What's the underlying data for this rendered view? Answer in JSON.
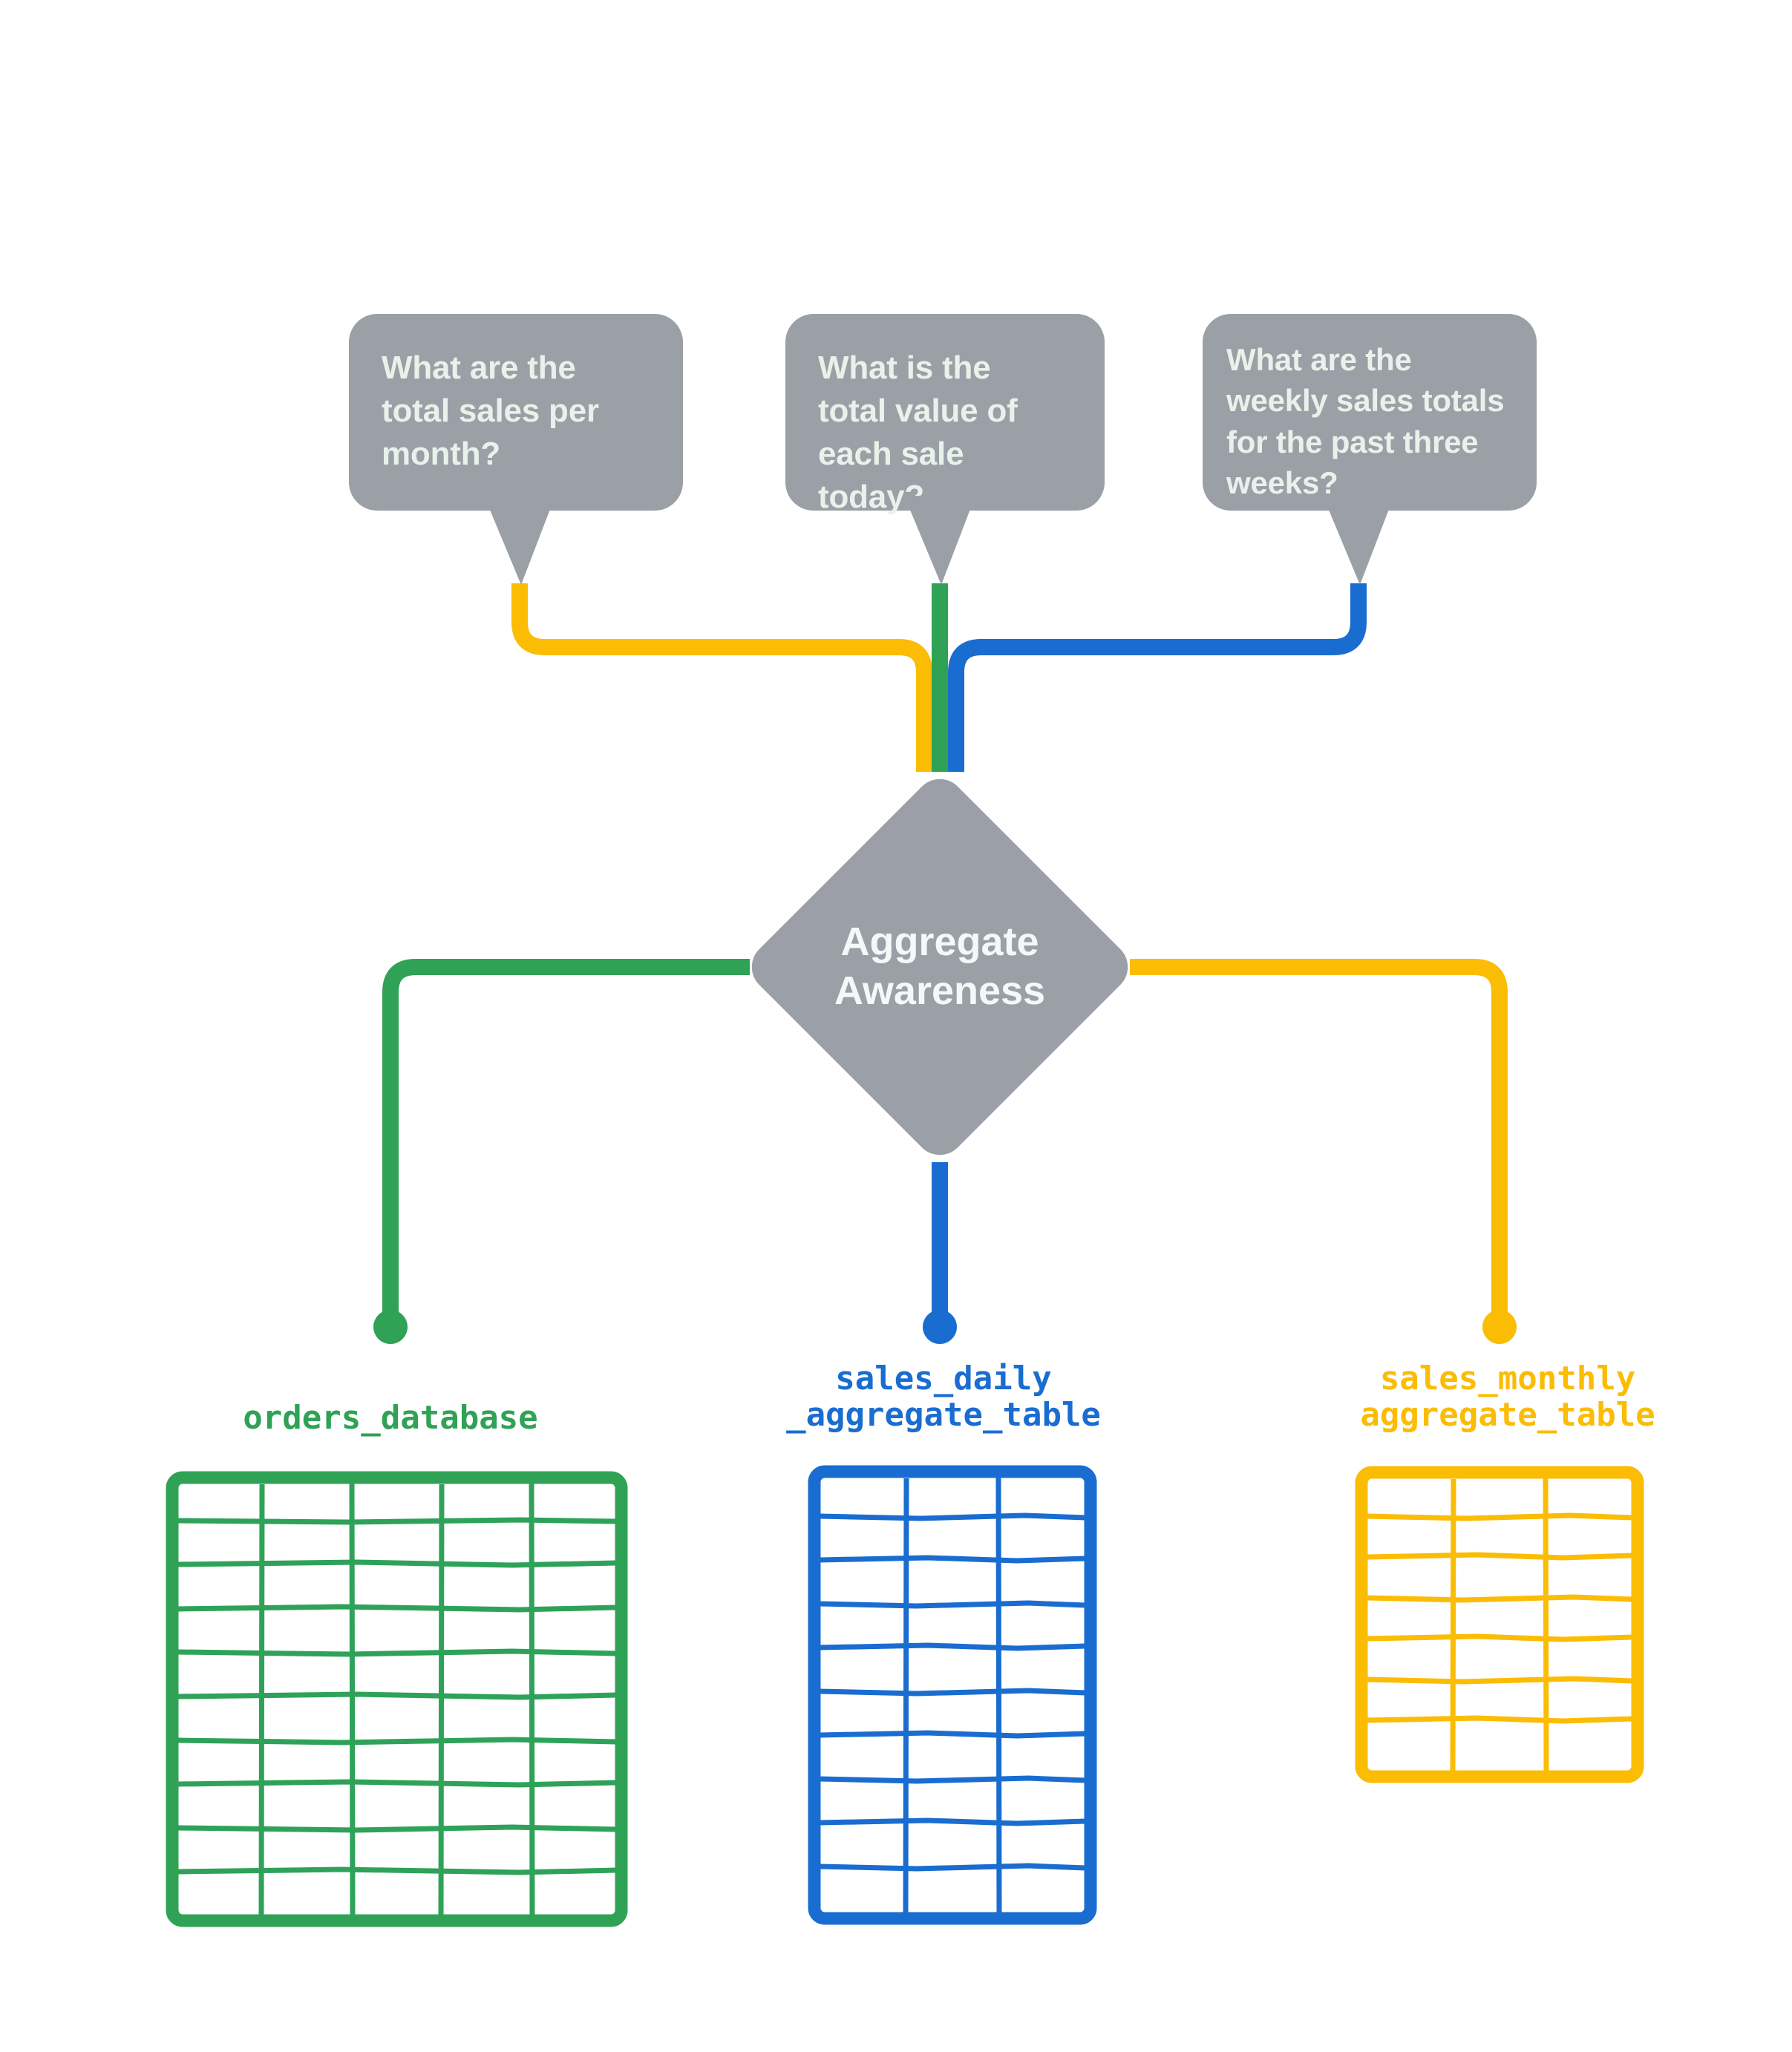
{
  "diagram": {
    "title": "Aggregate Awareness",
    "center_node": {
      "label": "Aggregate\nAwareness",
      "shape": "diamond",
      "fill": "#9aa0a6",
      "text_color": "#f4f8f9"
    },
    "colors": {
      "green": "#2fa255",
      "blue": "#1a6dd0",
      "yellow": "#fbbc04",
      "gray": "#9aa0a6",
      "bubble_text": "#e8f2ea",
      "background": "#ffffff"
    },
    "questions": [
      {
        "id": "q-monthly",
        "text": "What are the\ntotal sales per\nmonth?",
        "connector_color": "#fbbc04",
        "routes_to": "sales_monthly_aggregate_table"
      },
      {
        "id": "q-daily",
        "text": "What is the\ntotal value of\neach sale today?",
        "connector_color": "#2fa255",
        "routes_to": "orders_database"
      },
      {
        "id": "q-weekly",
        "text": "What are the\nweekly sales totals\nfor the past three\nweeks?",
        "connector_color": "#1a6dd0",
        "routes_to": "sales_daily_aggregate_table"
      }
    ],
    "tables": [
      {
        "id": "orders_database",
        "caption": "orders_database",
        "color": "#2fa255",
        "columns": 5,
        "rows": 10
      },
      {
        "id": "sales_daily_aggregate_table",
        "caption": "sales_daily\n_aggregate_table",
        "color": "#1a6dd0",
        "columns": 3,
        "rows": 10
      },
      {
        "id": "sales_monthly_aggregate_table",
        "caption": "sales_monthly\naggregate_table",
        "color": "#fbbc04",
        "columns": 3,
        "rows": 7
      }
    ]
  }
}
